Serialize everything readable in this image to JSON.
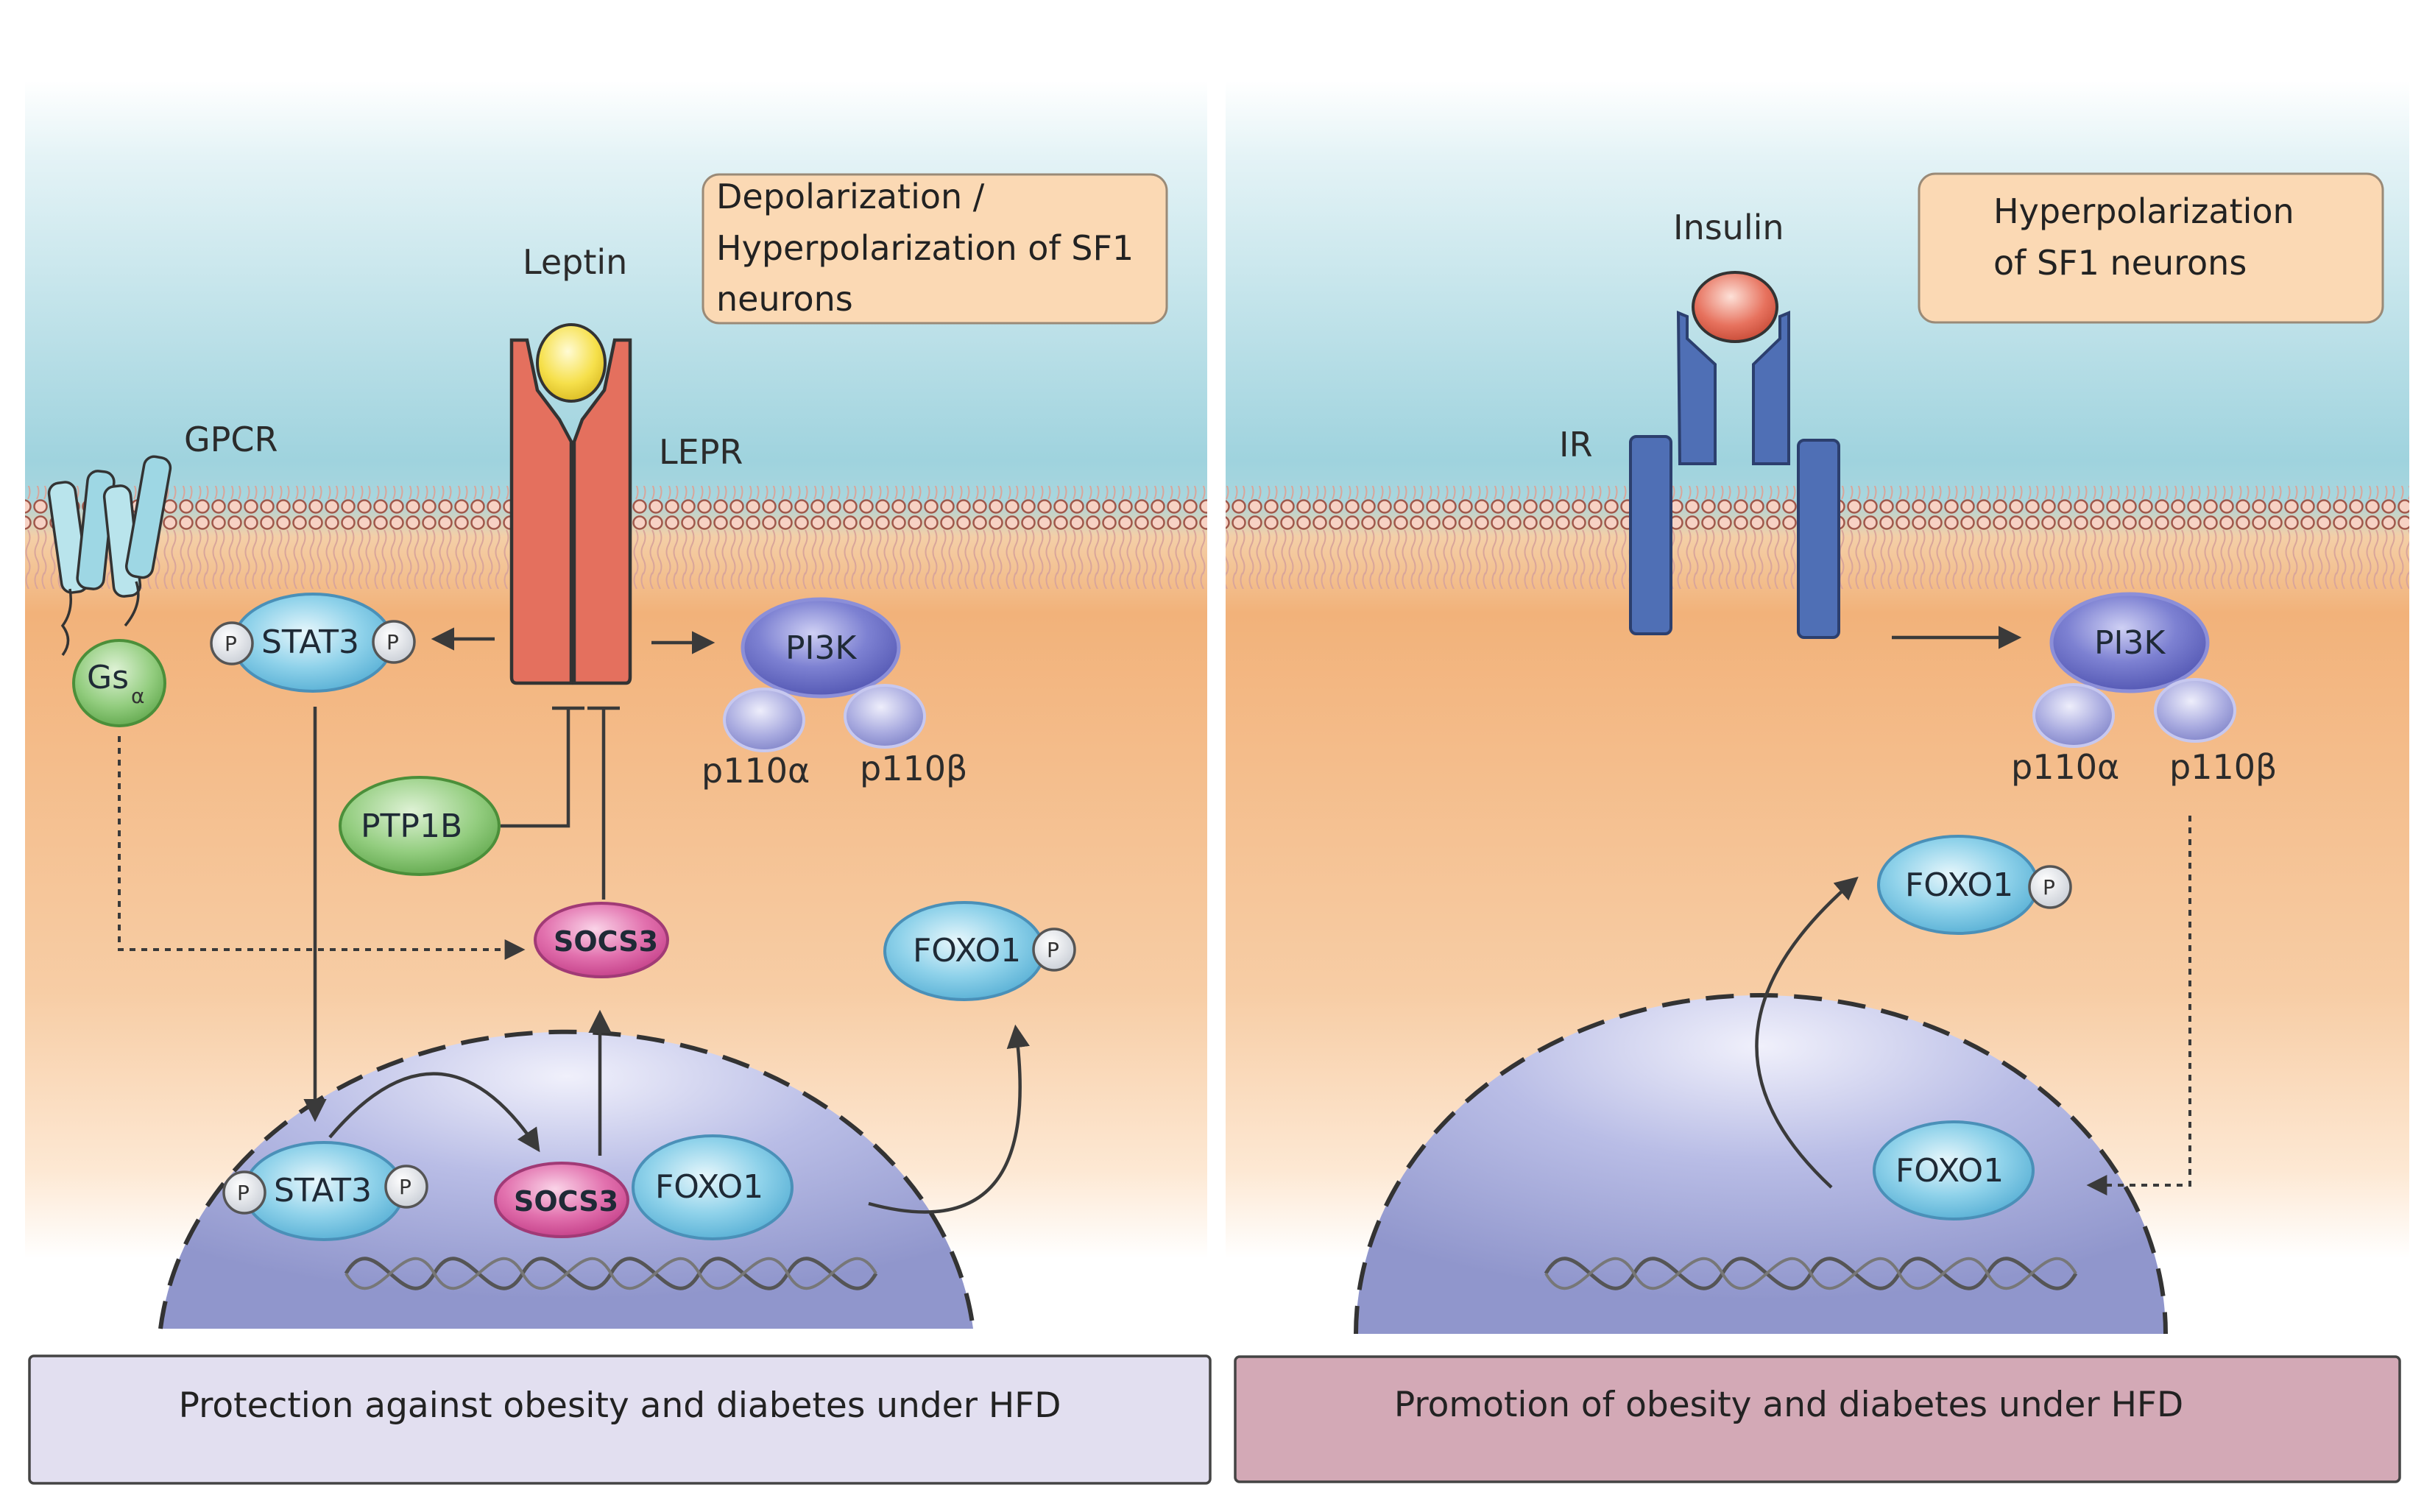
{
  "left_panel": {
    "ligand_label": "Leptin",
    "receptor_label": "LEPR",
    "gpcr_label": "GPCR",
    "gs_label": "Gs",
    "gs_subscript": "α",
    "pi3k_label": "PI3K",
    "p110a_label": "p110α",
    "p110b_label": "p110β",
    "stat3_label": "STAT3",
    "phospho_label": "P",
    "ptp1b_label": "PTP1B",
    "socs3_label": "SOCS3",
    "foxo1_label": "FOXO1",
    "effect_box_lines": [
      "Depolarization /",
      "Hyperpolarization of SF1",
      "neurons"
    ],
    "footer": "Protection against obesity and diabetes under HFD"
  },
  "right_panel": {
    "ligand_label": "Insulin",
    "receptor_label": "IR",
    "pi3k_label": "PI3K",
    "p110a_label": "p110α",
    "p110b_label": "p110β",
    "foxo1_label": "FOXO1",
    "phospho_label": "P",
    "effect_box_lines": [
      "Hyperpolarization",
      "of SF1 neurons"
    ],
    "footer": "Promotion of obesity and diabetes under HFD"
  },
  "colors": {
    "extracellular": "#9fd3de",
    "cytoplasm": "#f2b27a",
    "nucleus": "#9da3d4",
    "lepr": "#e4705e",
    "ir": "#4f6fb5",
    "leptin": "#f3da36",
    "insulin": "#e05f4c",
    "stat3_foxo1": "#7ecbe6",
    "pi3k": "#6b6fc6",
    "ptp1b_gs": "#7fbf6a",
    "socs3": "#d9529a",
    "effect_box": "#fbd9b4",
    "footer_left": "#e2dff0",
    "footer_right": "#d3a9b6"
  }
}
